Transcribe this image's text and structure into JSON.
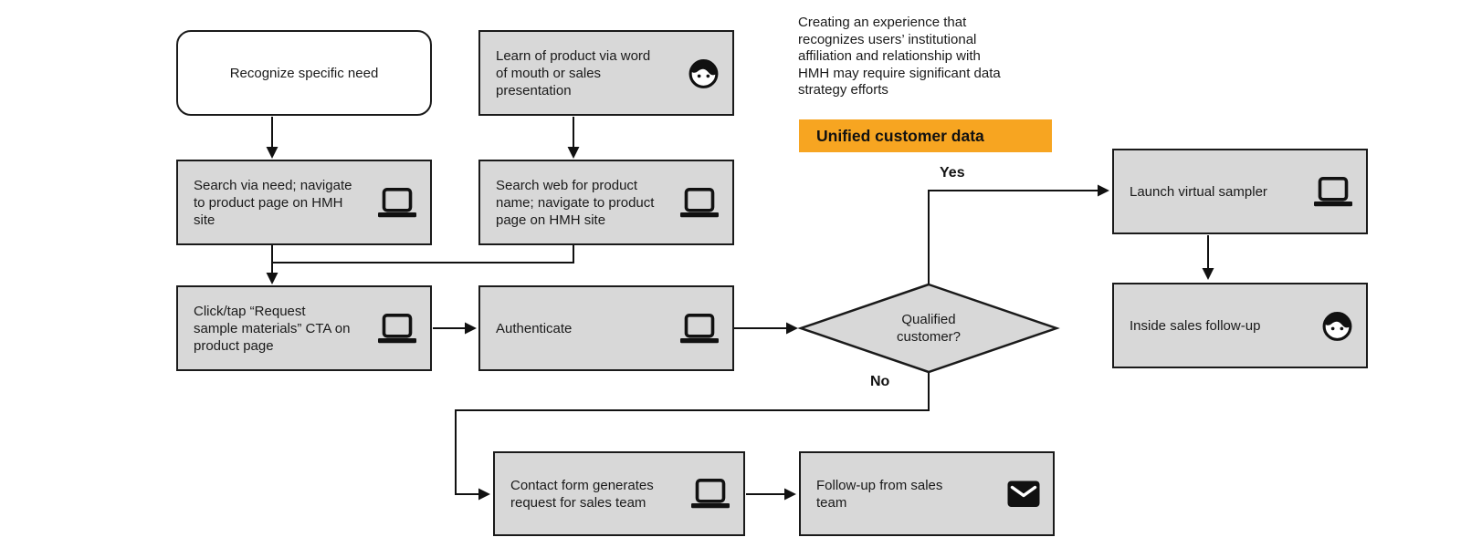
{
  "annotation": {
    "text": "Creating an experience that\nrecognizes users’ institutional\naffiliation and relationship with\nHMH may require significant data\nstrategy efforts"
  },
  "highlight": {
    "label": "Unified customer data",
    "color": "#F7A521"
  },
  "colors": {
    "node_fill": "#D8D8D8",
    "node_border": "#1A1A1A",
    "line": "#111111",
    "text": "#1A1A1A",
    "background": "#FFFFFF"
  },
  "nodes": {
    "recognize": {
      "label": "Recognize specific need"
    },
    "learn": {
      "label": "Learn of product via word\nof mouth or sales\npresentation",
      "icon": "person"
    },
    "search_need": {
      "label": "Search via need; navigate\nto product page on HMH\nsite",
      "icon": "laptop"
    },
    "search_web": {
      "label": "Search web for product\nname; navigate to product\npage on HMH site",
      "icon": "laptop"
    },
    "clicktap": {
      "label": "Click/tap “Request\nsample materials” CTA on\nproduct page",
      "icon": "laptop"
    },
    "authenticate": {
      "label": "Authenticate",
      "icon": "laptop"
    },
    "decision": {
      "label": "Qualified\ncustomer?"
    },
    "launch": {
      "label": "Launch virtual sampler",
      "icon": "laptop"
    },
    "inside_sales": {
      "label": "Inside sales follow-up",
      "icon": "person"
    },
    "contact_form": {
      "label": "Contact form generates\nrequest for sales team",
      "icon": "laptop"
    },
    "followup": {
      "label": "Follow-up from sales\nteam",
      "icon": "envelope"
    }
  },
  "edge_labels": {
    "yes": "Yes",
    "no": "No"
  }
}
